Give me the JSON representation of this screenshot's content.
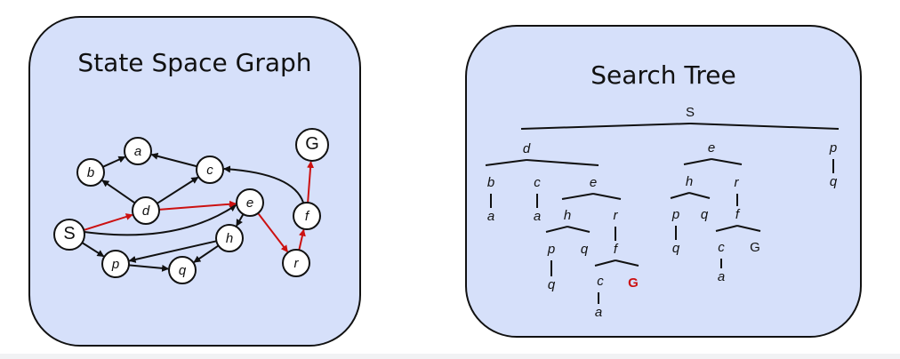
{
  "left_panel": {
    "title": "State Space Graph",
    "nodes": [
      {
        "id": "a",
        "label": "a"
      },
      {
        "id": "b",
        "label": "b"
      },
      {
        "id": "c",
        "label": "c"
      },
      {
        "id": "d",
        "label": "d"
      },
      {
        "id": "e",
        "label": "e"
      },
      {
        "id": "f",
        "label": "f"
      },
      {
        "id": "G",
        "label": "G"
      },
      {
        "id": "S",
        "label": "S"
      },
      {
        "id": "h",
        "label": "h"
      },
      {
        "id": "p",
        "label": "p"
      },
      {
        "id": "q",
        "label": "q"
      },
      {
        "id": "r",
        "label": "r"
      }
    ],
    "edges": [
      {
        "from": "b",
        "to": "a",
        "highlight": false
      },
      {
        "from": "c",
        "to": "a",
        "highlight": false
      },
      {
        "from": "d",
        "to": "b",
        "highlight": false
      },
      {
        "from": "d",
        "to": "c",
        "highlight": false
      },
      {
        "from": "f",
        "to": "c",
        "highlight": false
      },
      {
        "from": "S",
        "to": "e",
        "highlight": false
      },
      {
        "from": "S",
        "to": "p",
        "highlight": false
      },
      {
        "from": "e",
        "to": "h",
        "highlight": false
      },
      {
        "from": "h",
        "to": "p",
        "highlight": false
      },
      {
        "from": "h",
        "to": "q",
        "highlight": false
      },
      {
        "from": "p",
        "to": "q",
        "highlight": false
      },
      {
        "from": "S",
        "to": "d",
        "highlight": true
      },
      {
        "from": "d",
        "to": "e",
        "highlight": true
      },
      {
        "from": "e",
        "to": "r",
        "highlight": true
      },
      {
        "from": "r",
        "to": "f",
        "highlight": true
      },
      {
        "from": "f",
        "to": "G",
        "highlight": true
      }
    ],
    "colors": {
      "edge": "#111111",
      "highlight": "#cc1111"
    }
  },
  "right_panel": {
    "title": "Search Tree",
    "nodes": [
      {
        "id": "root",
        "label": "S"
      },
      {
        "id": "n_d",
        "label": "d",
        "parent": "root"
      },
      {
        "id": "n_e1",
        "label": "e",
        "parent": "root"
      },
      {
        "id": "n_p1",
        "label": "p",
        "parent": "root"
      },
      {
        "id": "n_b",
        "label": "b",
        "parent": "n_d"
      },
      {
        "id": "n_c1",
        "label": "c",
        "parent": "n_d"
      },
      {
        "id": "n_e2",
        "label": "e",
        "parent": "n_d"
      },
      {
        "id": "n_a1",
        "label": "a",
        "parent": "n_b"
      },
      {
        "id": "n_a2",
        "label": "a",
        "parent": "n_c1"
      },
      {
        "id": "n_h1",
        "label": "h",
        "parent": "n_e2"
      },
      {
        "id": "n_r1",
        "label": "r",
        "parent": "n_e2"
      },
      {
        "id": "n_p2",
        "label": "p",
        "parent": "n_h1"
      },
      {
        "id": "n_q1",
        "label": "q",
        "parent": "n_h1"
      },
      {
        "id": "n_q2",
        "label": "q",
        "parent": "n_p2"
      },
      {
        "id": "n_f1",
        "label": "f",
        "parent": "n_r1"
      },
      {
        "id": "n_c2",
        "label": "c",
        "parent": "n_f1"
      },
      {
        "id": "n_G1",
        "label": "G",
        "parent": "n_f1",
        "goal": true
      },
      {
        "id": "n_a3",
        "label": "a",
        "parent": "n_c2"
      },
      {
        "id": "n_h2",
        "label": "h",
        "parent": "n_e1"
      },
      {
        "id": "n_r2",
        "label": "r",
        "parent": "n_e1"
      },
      {
        "id": "n_p3",
        "label": "p",
        "parent": "n_h2"
      },
      {
        "id": "n_q3",
        "label": "q",
        "parent": "n_h2"
      },
      {
        "id": "n_q4",
        "label": "q",
        "parent": "n_p3"
      },
      {
        "id": "n_f2",
        "label": "f",
        "parent": "n_r2"
      },
      {
        "id": "n_c3",
        "label": "c",
        "parent": "n_f2"
      },
      {
        "id": "n_G2",
        "label": "G",
        "parent": "n_f2"
      },
      {
        "id": "n_a4",
        "label": "a",
        "parent": "n_c3"
      },
      {
        "id": "n_q5",
        "label": "q",
        "parent": "n_p1"
      }
    ],
    "colors": {
      "line": "#111111",
      "goal": "#cc1111"
    }
  }
}
